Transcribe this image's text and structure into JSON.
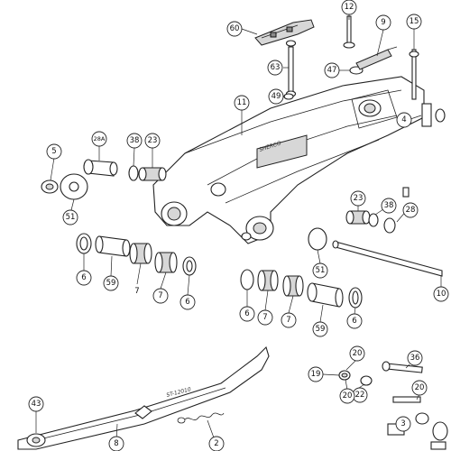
{
  "callouts": [
    {
      "id": "c60",
      "label": "60"
    },
    {
      "id": "c12",
      "label": "12"
    },
    {
      "id": "c9",
      "label": "9"
    },
    {
      "id": "c15",
      "label": "15"
    },
    {
      "id": "c63",
      "label": "63"
    },
    {
      "id": "c47",
      "label": "47"
    },
    {
      "id": "c49",
      "label": "49"
    },
    {
      "id": "c11",
      "label": "11"
    },
    {
      "id": "c4",
      "label": "4"
    },
    {
      "id": "c5",
      "label": "5"
    },
    {
      "id": "c28a",
      "label": "28A"
    },
    {
      "id": "c38a",
      "label": "38"
    },
    {
      "id": "c23",
      "label": "23"
    },
    {
      "id": "c51a",
      "label": "51"
    },
    {
      "id": "c6a",
      "label": "6"
    },
    {
      "id": "c59a",
      "label": "59"
    },
    {
      "id": "c7a",
      "label": "7"
    },
    {
      "id": "c7b",
      "label": "7"
    },
    {
      "id": "c6b",
      "label": "6"
    },
    {
      "id": "c23b",
      "label": "23"
    },
    {
      "id": "c38b",
      "label": "38"
    },
    {
      "id": "c28",
      "label": "28"
    },
    {
      "id": "c51b",
      "label": "51"
    },
    {
      "id": "c10",
      "label": "10"
    },
    {
      "id": "c6c",
      "label": "6"
    },
    {
      "id": "c7c",
      "label": "7"
    },
    {
      "id": "c7d",
      "label": "7"
    },
    {
      "id": "c59b",
      "label": "59"
    },
    {
      "id": "c6d",
      "label": "6"
    },
    {
      "id": "c36",
      "label": "36"
    },
    {
      "id": "c20a",
      "label": "20"
    },
    {
      "id": "c19",
      "label": "19"
    },
    {
      "id": "c22",
      "label": "22"
    },
    {
      "id": "c20b",
      "label": "20"
    },
    {
      "id": "c20c",
      "label": "20"
    },
    {
      "id": "c3",
      "label": "3"
    },
    {
      "id": "c43",
      "label": "43"
    },
    {
      "id": "c8",
      "label": "8"
    },
    {
      "id": "c2",
      "label": "2"
    }
  ],
  "swingarm_marking": "SHERCO",
  "stand_marking": "ST-12010"
}
